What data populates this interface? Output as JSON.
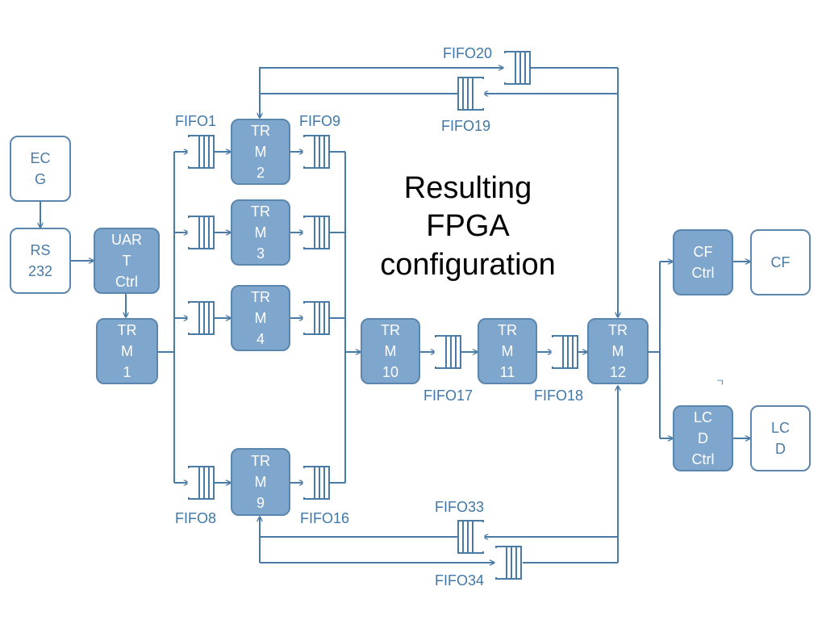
{
  "title_lines": [
    "Resulting",
    "FPGA",
    "configuration"
  ],
  "colors": {
    "stroke": "#4a7ba6",
    "node_fill": "#7fa6cc",
    "node_border": "#5b86ad",
    "text_accent": "#3f78a8"
  },
  "nodes": {
    "ecg": [
      "EC",
      "G"
    ],
    "rs232": [
      "RS",
      "232"
    ],
    "uart": [
      "UAR",
      "T",
      "Ctrl"
    ],
    "trm1": [
      "TR",
      "M",
      "1"
    ],
    "trm2": [
      "TR",
      "M",
      "2"
    ],
    "trm3": [
      "TR",
      "M",
      "3"
    ],
    "trm4": [
      "TR",
      "M",
      "4"
    ],
    "trm9": [
      "TR",
      "M",
      "9"
    ],
    "trm10": [
      "TR",
      "M",
      "10"
    ],
    "trm11": [
      "TR",
      "M",
      "11"
    ],
    "trm12": [
      "TR",
      "M",
      "12"
    ],
    "cfctrl": [
      "CF",
      "Ctrl"
    ],
    "cf": [
      "CF"
    ],
    "lcdctrl": [
      "LC",
      "D",
      "Ctrl"
    ],
    "lcd": [
      "LC",
      "D"
    ]
  },
  "fifo_labels": {
    "fifo1": "FIFO1",
    "fifo8": "FIFO8",
    "fifo9": "FIFO9",
    "fifo16": "FIFO16",
    "fifo17": "FIFO17",
    "fifo18": "FIFO18",
    "fifo19": "FIFO19",
    "fifo20": "FIFO20",
    "fifo33": "FIFO33",
    "fifo34": "FIFO34"
  },
  "stray_mark": "ㄱ"
}
